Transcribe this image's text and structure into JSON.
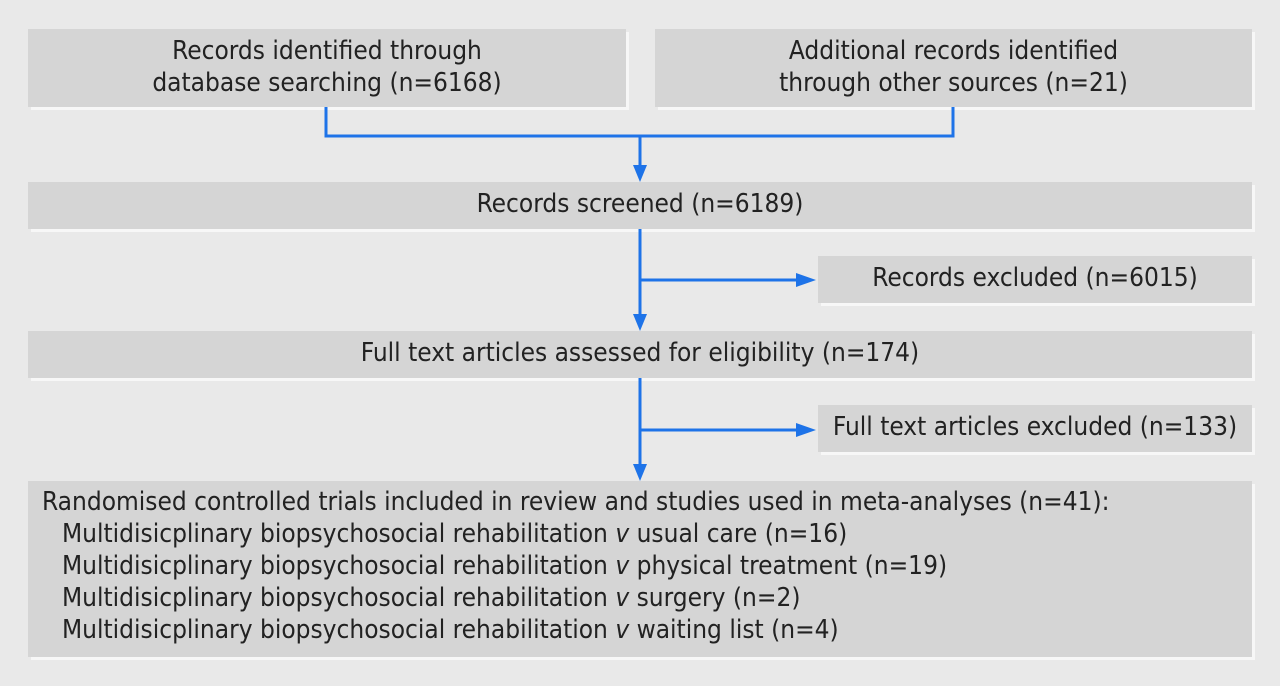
{
  "boxes": {
    "database": {
      "line1": "Records identified through",
      "line2": "database searching (n=6168)"
    },
    "other_sources": {
      "line1": "Additional records identified",
      "line2": "through other sources (n=21)"
    },
    "screened": {
      "label": "Records screened (n=6189)"
    },
    "excluded": {
      "label": "Records excluded (n=6015)"
    },
    "full_text": {
      "label": "Full text articles assessed for eligibility (n=174)"
    },
    "full_text_excluded": {
      "label": "Full text articles excluded (n=133)"
    },
    "included": {
      "title": "Randomised controlled trials included in review and studies used in meta-analyses (n=41):",
      "items": [
        {
          "prefix": "Multidisicplinary biopsychosocial rehabilitation",
          "v": "v",
          "suffix": "usual care (n=16)"
        },
        {
          "prefix": "Multidisicplinary biopsychosocial rehabilitation",
          "v": "v",
          "suffix": "physical treatment (n=19)"
        },
        {
          "prefix": "Multidisicplinary biopsychosocial rehabilitation",
          "v": "v",
          "suffix": "surgery (n=2)"
        },
        {
          "prefix": "Multidisicplinary biopsychosocial rehabilitation",
          "v": "v",
          "suffix": "waiting list (n=4)"
        }
      ]
    }
  },
  "colors": {
    "arrow": "#1e73e8",
    "box": "#d5d5d5",
    "background": "#e9e9e9"
  }
}
